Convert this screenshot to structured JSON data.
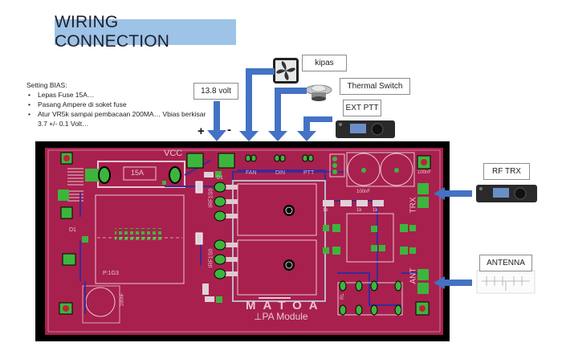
{
  "title": "WIRING CONNECTION",
  "bias": {
    "heading": "Setting BIAS:",
    "steps": [
      "Lepas Fuse 15A…",
      "Pasang Ampere di soket fuse",
      "Atur VR5k sampai pembacaan 200MA… Vbias berkisar 3.7 +/- 0.1 Volt…"
    ]
  },
  "labels": {
    "supply": "13.8 volt",
    "plus": "+",
    "minus": "-",
    "fan": "kipas",
    "thermal": "Thermal Switch",
    "ext_ptt": "EXT PTT",
    "rf_trx": "RF  TRX",
    "antenna": "ANTENNA"
  },
  "pcb": {
    "board_name": "MATOA",
    "module_label": "PA Module",
    "silkscreen": {
      "vcc": "VCC",
      "fuse": "15A",
      "fan": "FAN",
      "din": "DIN",
      "ptt": "PTT",
      "trx": "TRX",
      "ant": "ANT",
      "mosfet1": "IRF1S0",
      "mosfet2": "IRF1S0",
      "transformer": "P:1G3",
      "cap1": "100nF",
      "cap2": "100nF",
      "cap3": "100nF",
      "cap4": "100nF",
      "d1": "D1",
      "d2": "D1",
      "r1": "1k",
      "r2": "1k",
      "r3": "1k",
      "relay": "RL"
    },
    "colors": {
      "board": "#a8204e",
      "frame": "#000000",
      "pad": "#3db53d",
      "trace": "#3a2a9a",
      "silk": "#e8c8d0",
      "arrow": "#4472c4"
    }
  }
}
